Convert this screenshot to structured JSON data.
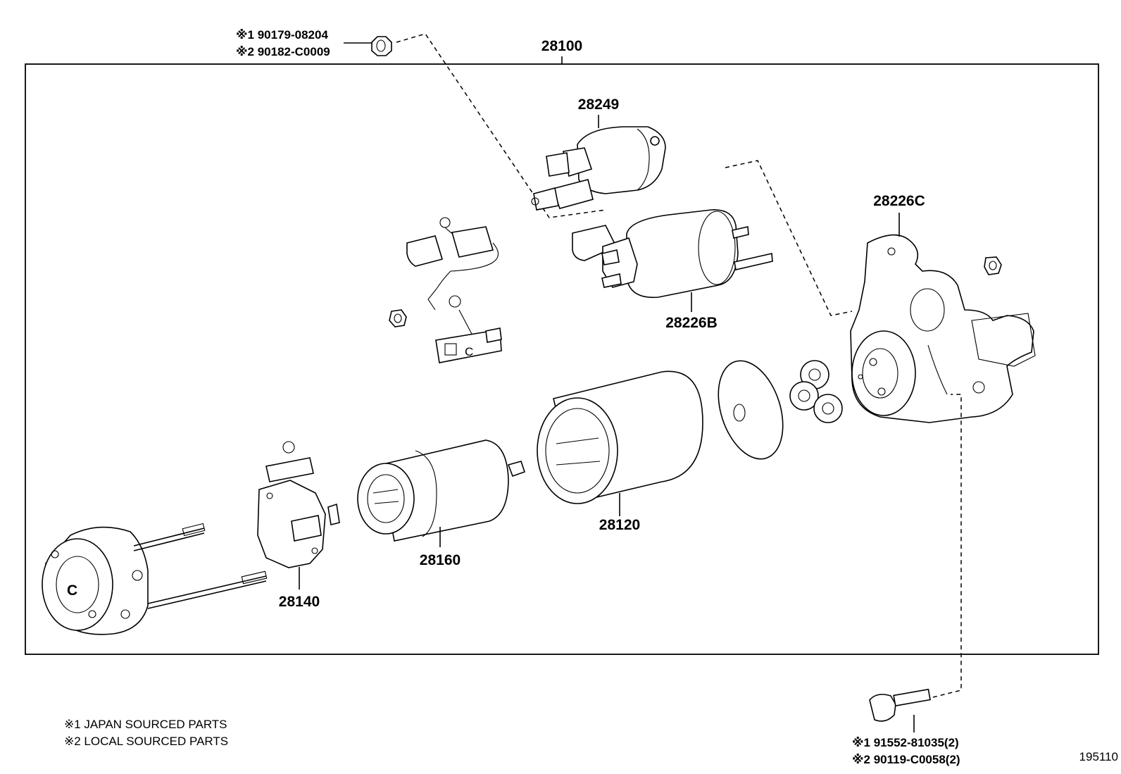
{
  "assembly": {
    "number": "28100"
  },
  "parts": {
    "p28249": "28249",
    "p28226C": "28226C",
    "p28226B": "28226B",
    "p28120": "28120",
    "p28160": "28160",
    "p28140": "28140"
  },
  "nut_callout": {
    "line1": "※1 90179-08204",
    "line2": "※2 90182-C0009"
  },
  "bolt_callout": {
    "line1": "※1 91552-81035(2)",
    "line2": "※2 90119-C0058(2)"
  },
  "notes": {
    "note1": "※1 JAPAN SOURCED PARTS",
    "note2": "※2 LOCAL SOURCED PARTS"
  },
  "diagram_id": "195110"
}
